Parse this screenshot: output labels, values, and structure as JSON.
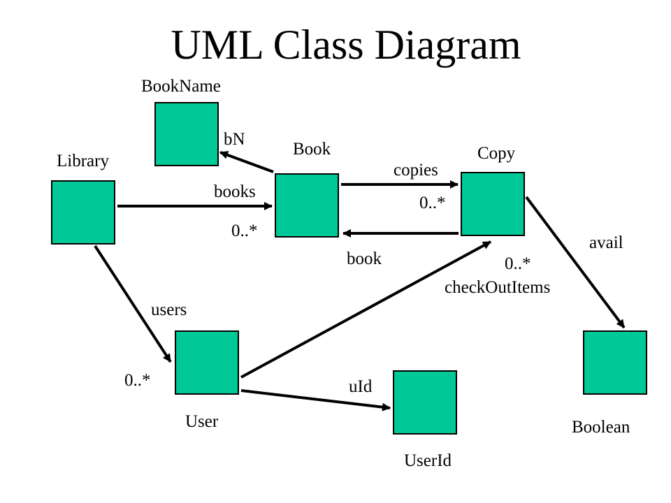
{
  "title": "UML Class Diagram",
  "colors": {
    "class_fill": "#00C896",
    "outline": "#000000",
    "background": "#FFFFFF"
  },
  "classes": {
    "library": "Library",
    "book_name": "BookName",
    "book": "Book",
    "copy": "Copy",
    "user": "User",
    "user_id": "UserId",
    "boolean": "Boolean"
  },
  "associations": {
    "books": {
      "role": "books",
      "multiplicity": "0..*"
    },
    "bN": {
      "role": "bN"
    },
    "copies": {
      "role": "copies",
      "multiplicity": "0..*"
    },
    "book": {
      "role": "book"
    },
    "users": {
      "role": "users",
      "multiplicity": "0..*"
    },
    "checkOutItems": {
      "role": "checkOutItems",
      "multiplicity": "0..*"
    },
    "uId": {
      "role": "uId"
    },
    "avail": {
      "role": "avail"
    }
  }
}
